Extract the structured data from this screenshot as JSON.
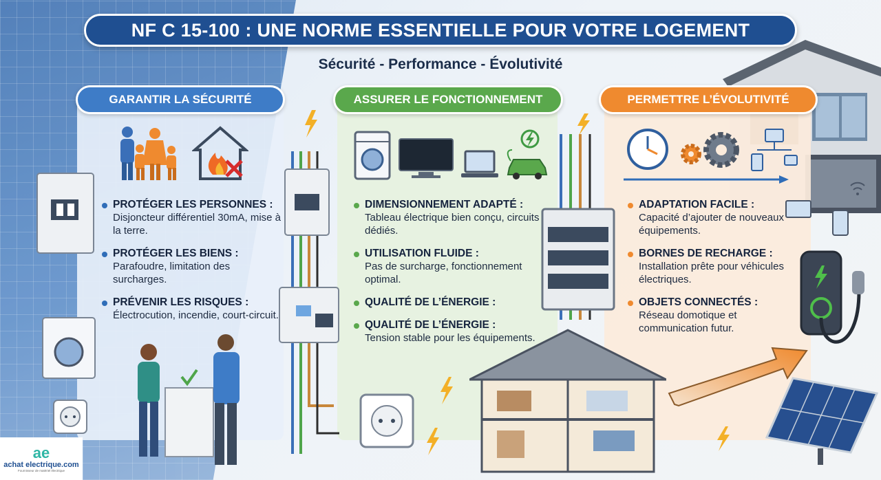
{
  "title": "NF C 15-100 : UNE NORME ESSENTIELLE POUR VOTRE LOGEMENT",
  "subtitle": "Sécurité - Performance - Évolutivité",
  "columns": [
    {
      "heading": "GARANTIR LA SÉCURITÉ",
      "color": "#3e7cc7",
      "points": [
        {
          "head": "PROTÉGER LES PERSONNES :",
          "desc": "Disjoncteur différentiel 30mA, mise à la terre."
        },
        {
          "head": "PROTÉGER LES BIENS :",
          "desc": "Parafoudre, limitation des surcharges."
        },
        {
          "head": "PRÉVENIR LES RISQUES :",
          "desc": "Électrocution, incendie, court-circuit."
        }
      ]
    },
    {
      "heading": "ASSURER LE FONCTIONNEMENT",
      "color": "#5aa84c",
      "points": [
        {
          "head": "DIMENSIONNEMENT ADAPTÉ :",
          "desc": "Tableau électrique bien conçu, circuits dédiés."
        },
        {
          "head": "UTILISATION FLUIDE :",
          "desc": "Pas de surcharge, fonctionnement optimal."
        },
        {
          "head": "QUALITÉ DE L’ÉNERGIE :",
          "desc": ""
        },
        {
          "head": "QUALITÉ DE L’ÉNERGIE :",
          "desc": "Tension stable pour les équipements."
        }
      ]
    },
    {
      "heading": "PERMETTRE L’ÉVOLUTIVITÉ",
      "color": "#ef8a2f",
      "points": [
        {
          "head": "ADAPTATION FACILE :",
          "desc": "Capacité d’ajouter de nouveaux équipements."
        },
        {
          "head": "BORNES DE RECHARGE :",
          "desc": "Installation prête pour véhicules électriques."
        },
        {
          "head": "OBJETS CONNECTÉS :",
          "desc": "Réseau domotique et communication futur."
        }
      ]
    }
  ],
  "logo": {
    "mark": "ae",
    "name": "achat electrique.com",
    "tagline": "Fournisseur de matériel électrique"
  },
  "icons": {
    "security": [
      "family-icon",
      "house-fire-icon"
    ],
    "function": [
      "washing-machine-icon",
      "tv-icon",
      "laptop-icon",
      "electric-car-icon"
    ],
    "evolution": [
      "clock-icon",
      "gears-icon",
      "network-icon"
    ]
  }
}
